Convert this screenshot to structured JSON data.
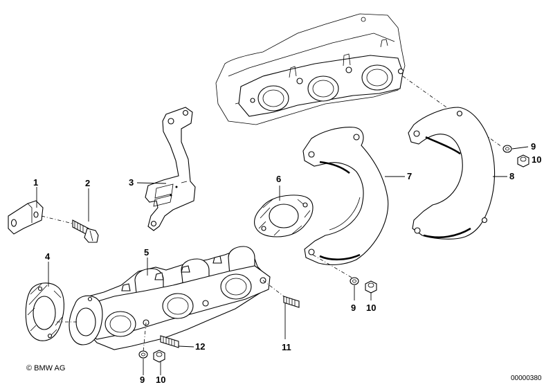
{
  "diagram": {
    "callouts": [
      "1",
      "2",
      "3",
      "4",
      "5",
      "6",
      "7",
      "8",
      "9",
      "10",
      "11",
      "12"
    ],
    "extra_callouts": {
      "nut_9_lower": "9",
      "nut_10_lower": "10",
      "nut_9_middle": "9",
      "nut_10_middle": "10"
    },
    "copyright": "© BMW AG",
    "document_number": "00000380"
  },
  "colors": {
    "line": "#000000",
    "background": "#ffffff"
  }
}
